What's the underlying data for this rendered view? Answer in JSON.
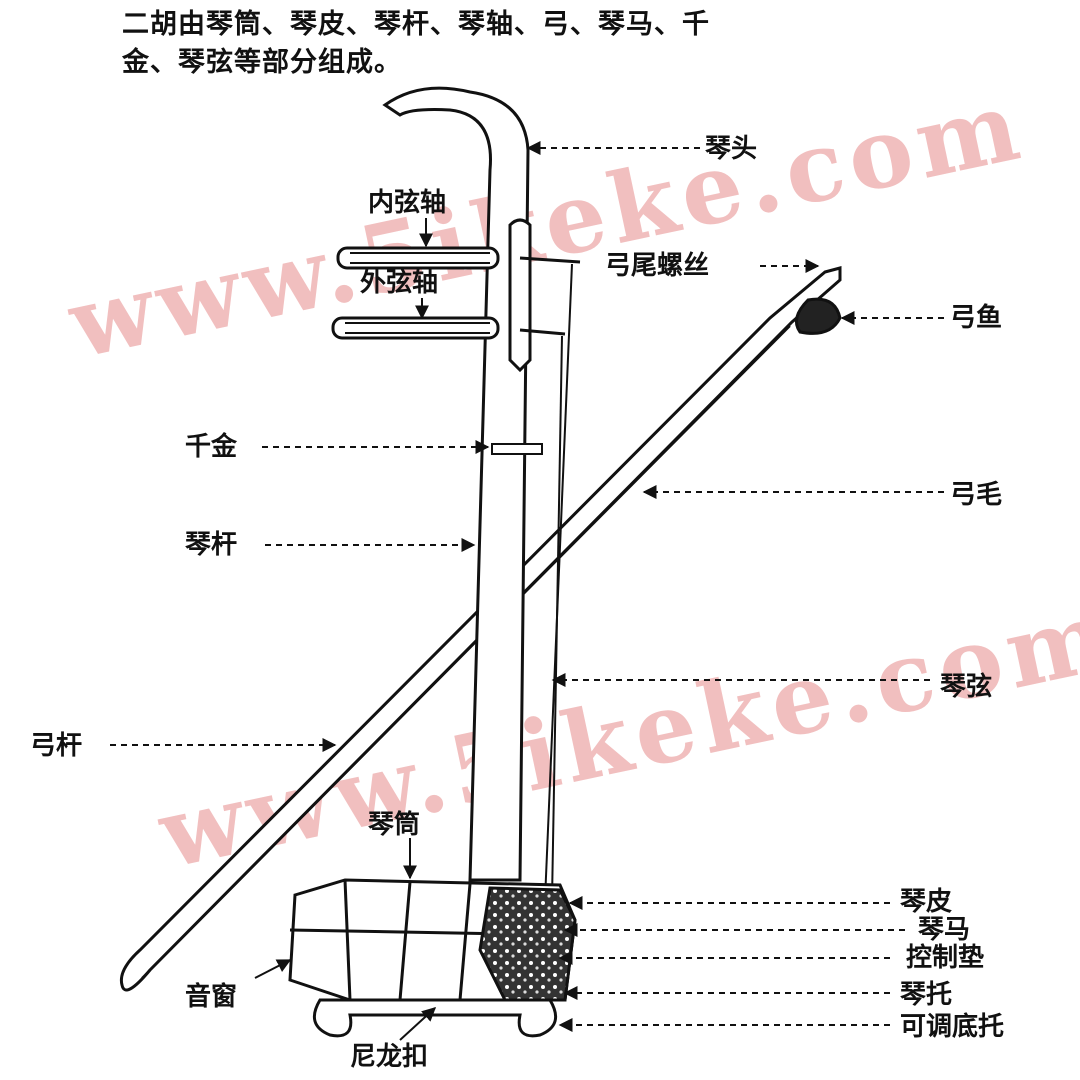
{
  "intro": {
    "line1": "二胡由琴筒、琴皮、琴杆、琴轴、弓、琴马、千",
    "line2": "金、琴弦等部分组成。"
  },
  "watermark": {
    "text": "www.5ikeke.com",
    "color": "#e78c8c"
  },
  "labels": {
    "qintou": "琴头",
    "neixianzhou": "内弦轴",
    "waixianzhou": "外弦轴",
    "gongweiluosi": "弓尾螺丝",
    "gongyu": "弓鱼",
    "qianjin": "千金",
    "gongmao": "弓毛",
    "qingan": "琴杆",
    "qinxian": "琴弦",
    "gonggan": "弓杆",
    "qintong": "琴筒",
    "qinpi": "琴皮",
    "qinma": "琴马",
    "kongzhidian": "控制垫",
    "yinchuang": "音窗",
    "qintuo": "琴托",
    "ketiaoditou": "可调底托",
    "nilongkou": "尼龙扣"
  }
}
